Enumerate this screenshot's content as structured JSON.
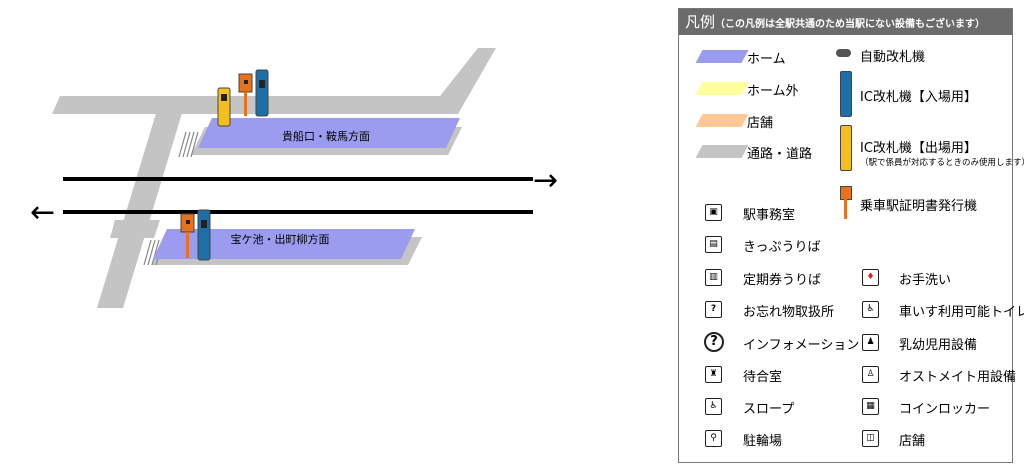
{
  "map": {
    "upper_platform_label": "貴船口・鞍馬方面",
    "lower_platform_label": "宝ケ池・出町柳方面",
    "arrow_right": "→",
    "arrow_left": "←"
  },
  "legend": {
    "title": "凡例",
    "subtitle": "（この凡例は全駅共通のため当駅にない設備もございます）",
    "areas": {
      "home": "ホーム",
      "outside_home": "ホーム外",
      "shop": "店舗",
      "road": "通路・道路"
    },
    "gates": {
      "auto_gate": "自動改札機",
      "ic_entry": "IC改札機【入場用】",
      "ic_exit": "IC改札機【出場用】",
      "ic_exit_note": "（駅で係員が対応するときのみ使用します）",
      "boarding_cert": "乗車駅証明書発行機"
    },
    "facilities": {
      "station_office": "駅事務室",
      "ticket_sales": "きっぷうりば",
      "commuter_pass": "定期券うりば",
      "toilet": "お手洗い",
      "lost_found": "お忘れ物取扱所",
      "accessible_toilet": "車いす利用可能トイレ",
      "information": "インフォメーション",
      "nursing": "乳幼児用設備",
      "waiting_room": "待合室",
      "ostomate": "オストメイト用設備",
      "slope": "スロープ",
      "locker": "コインロッカー",
      "bicycle": "駐輪場",
      "store": "店舗"
    },
    "colors": {
      "home": "#9b9bef",
      "outside_home": "#ffff9c",
      "shop": "#ffc896",
      "road": "#c4c4c4",
      "header": "#6b6b6b",
      "ic_blue": "#1e6fa8",
      "ic_yellow": "#f3bf1e",
      "cert_orange": "#e8721e"
    }
  }
}
